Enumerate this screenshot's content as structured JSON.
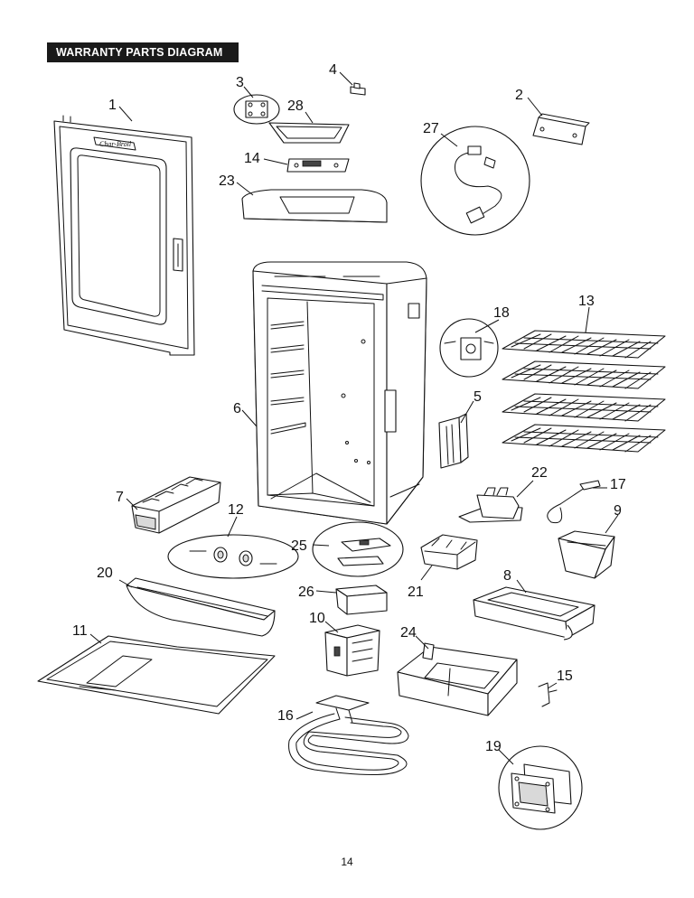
{
  "header": {
    "title": "WARRANTY PARTS DIAGRAM"
  },
  "page_number": "14",
  "callouts": [
    "1",
    "2",
    "3",
    "4",
    "5",
    "6",
    "7",
    "8",
    "9",
    "10",
    "11",
    "12",
    "13",
    "14",
    "15",
    "16",
    "17",
    "18",
    "19",
    "20",
    "21",
    "22",
    "23",
    "24",
    "25",
    "26",
    "27",
    "28"
  ],
  "logo_text": "Char-Broil"
}
